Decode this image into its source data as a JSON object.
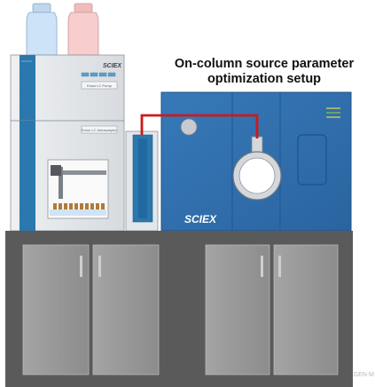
{
  "title": {
    "line1": "On-column source parameter",
    "line2": "optimization setup"
  },
  "pump": {
    "brand": "SCIEX",
    "label": "Exion LC Pump"
  },
  "autosampler": {
    "label": "Exion LC Autosampler"
  },
  "mass_spec": {
    "brand": "SCIEX"
  },
  "footer": {
    "code": "GEN-M"
  },
  "colors": {
    "ms_body": "#2e6fae",
    "hplc_body": "#e6e9ec",
    "hplc_stripe": "#2a78ad",
    "tubing": "#d01818",
    "cabinet": "#5a5a5a",
    "cabinet_door": "#9a9a9a",
    "bottle_blue": "#cde3f7",
    "bottle_red": "#f7cdcd"
  }
}
